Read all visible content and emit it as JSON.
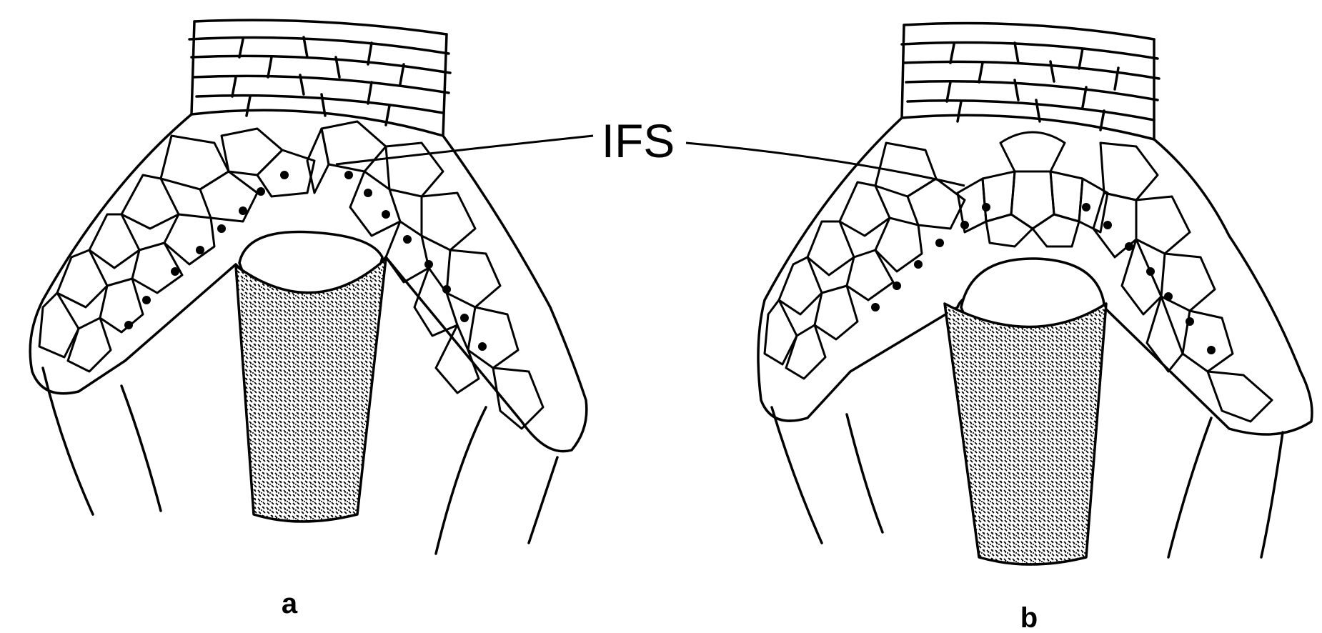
{
  "figure": {
    "callout_label": "IFS",
    "panels": [
      {
        "id": "a",
        "label": "a"
      },
      {
        "id": "b",
        "label": "b"
      }
    ],
    "ink_color": "#000000",
    "background_color": "#ffffff"
  }
}
